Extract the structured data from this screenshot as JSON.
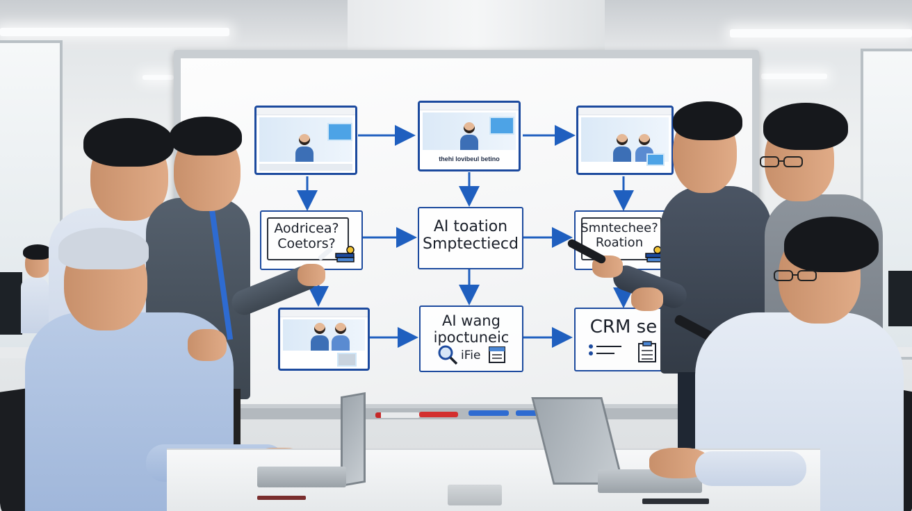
{
  "scene": {
    "description_tag": "Office meeting at a whiteboard flowchart",
    "colors": {
      "ink_blue": "#1c4a9e",
      "arrow_blue": "#1f5fbf",
      "board": "#fafafa",
      "card_hero": "#dbe9f7"
    }
  },
  "whiteboard": {
    "cards": {
      "top_left": {
        "caption": ""
      },
      "top_center": {
        "caption": "thehi lovibeul betino"
      },
      "top_right": {
        "caption": ""
      },
      "bottom_left": {
        "caption": ""
      }
    },
    "boxes": {
      "mid_left": {
        "text": "Aodricea?\nCoetors?",
        "icon": "book-stack-icon"
      },
      "mid_center": {
        "text": "AI toation\nSmptectiecd"
      },
      "mid_right": {
        "text": "Smntechee?\nRoation",
        "icon": "book-stack-icon"
      },
      "bot_center": {
        "text": "AI wang\nipoctuneic",
        "sub": "iFie",
        "icon": "magnifier-icon"
      },
      "bot_right": {
        "text": "CRM se",
        "icon": "clipboard-icon"
      }
    }
  }
}
